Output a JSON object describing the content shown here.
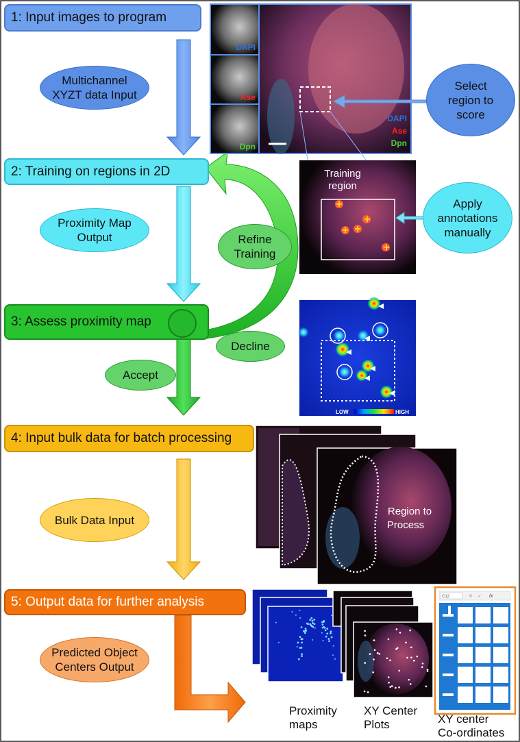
{
  "steps": [
    {
      "label": "1: Input images to program",
      "fill": "#6fa0ee",
      "stroke": "#4a7bd0"
    },
    {
      "label": "2: Training on regions in 2D",
      "fill": "#5ee6f4",
      "stroke": "#2fb8d0"
    },
    {
      "label": "3: Assess proximity map",
      "fill": "#27c42f",
      "stroke": "#1a8c22"
    },
    {
      "label": "4: Input bulk data for batch processing",
      "fill": "#f7b812",
      "stroke": "#c99200"
    },
    {
      "label": "5: Output data for further analysis",
      "fill": "#f2730e",
      "stroke": "#c45700"
    }
  ],
  "ovals": {
    "multichannel": {
      "line1": "Multichannel",
      "line2": "XYZT data Input"
    },
    "proximity_output": {
      "line1": "Proximity Map",
      "line2": "Output"
    },
    "bulk_input": {
      "line1": "Bulk Data Input"
    },
    "predicted": {
      "line1": "Predicted Object",
      "line2": "Centers Output"
    },
    "refine": {
      "line1": "Refine",
      "line2": "Training"
    },
    "accept": {
      "line1": "Accept"
    },
    "decline": {
      "line1": "Decline"
    },
    "select_region": {
      "line1": "Select",
      "line2": "region to",
      "line3": "score"
    },
    "apply_annotations": {
      "line1": "Apply",
      "line2": "annotations",
      "line3": "manually"
    }
  },
  "image_labels": {
    "dapi": "DAPI",
    "ase": "Ase",
    "dpn": "Dpn",
    "training_region_1": "Training",
    "training_region_2": "region",
    "low": "LOW",
    "high": "HIGH",
    "region_to_process_1": "Region to",
    "region_to_process_2": "Process",
    "spreadsheet_cell": "C12",
    "fx": "fx"
  },
  "captions": {
    "proximity_maps_1": "Proximity",
    "proximity_maps_2": "maps",
    "xy_center_plots_1": "XY Center",
    "xy_center_plots_2": "Plots",
    "xy_coords_1": "XY center",
    "xy_coords_2": "Co-ordinates"
  },
  "colors": {
    "dapi": "#2f6fd6",
    "ase": "#ff2020",
    "dpn": "#4fcf3a",
    "blue_oval": "#5b8fe6",
    "cyan_oval": "#5ce7f6",
    "green_oval": "#63d36a",
    "yellow_oval": "#ffd35a",
    "orange_oval": "#f7a96a",
    "spreadsheet_blue": "#1f78d1",
    "spreadsheet_border": "#e8892b"
  }
}
